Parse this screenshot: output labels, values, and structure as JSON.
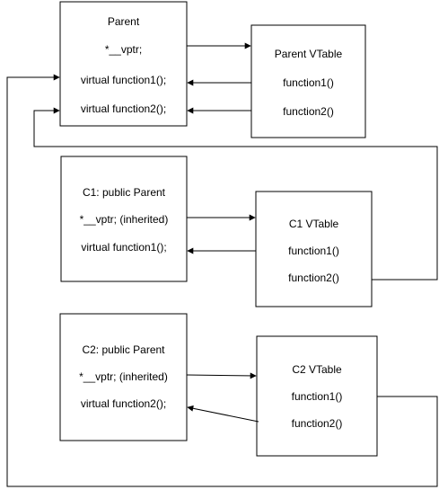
{
  "parent": {
    "title": "Parent",
    "vptr": "*__vptr;",
    "fn1": "virtual function1();",
    "fn2": "virtual function2();"
  },
  "parent_vtable": {
    "title": "Parent VTable",
    "fn1": "function1()",
    "fn2": "function2()"
  },
  "c1": {
    "title": "C1: public Parent",
    "vptr": "*__vptr; (inherited)",
    "fn1": "virtual function1();"
  },
  "c1_vtable": {
    "title": "C1 VTable",
    "fn1": "function1()",
    "fn2": "function2()"
  },
  "c2": {
    "title": "C2: public Parent",
    "vptr": "*__vptr; (inherited)",
    "fn2": "virtual function2();"
  },
  "c2_vtable": {
    "title": "C2 VTable",
    "fn1": "function1()",
    "fn2": "function2()"
  }
}
